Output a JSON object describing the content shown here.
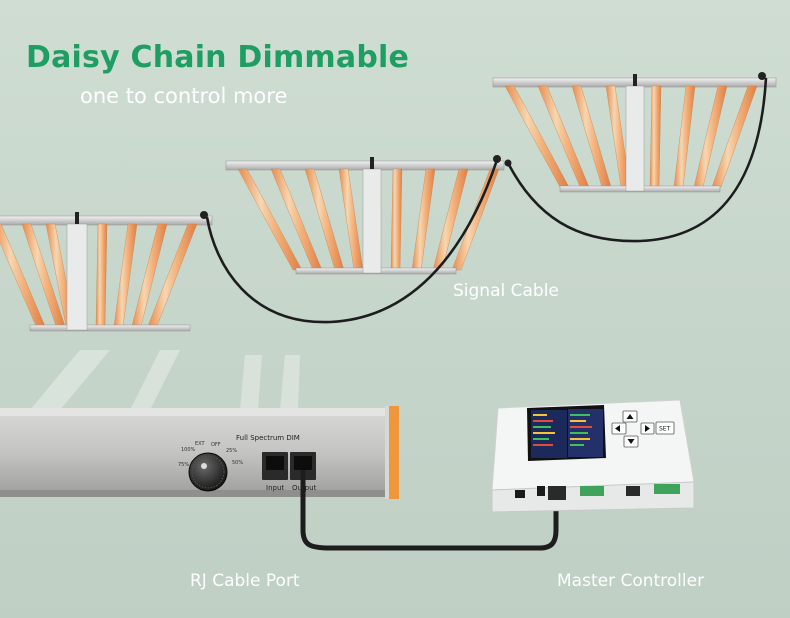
{
  "header": {
    "title": "Daisy Chain Dimmable",
    "subtitle": "one to control more"
  },
  "labels": {
    "signal_cable": "Signal Cable",
    "rj_cable_port": "RJ Cable Port",
    "master_controller": "Master Controller"
  },
  "fixture_panel": {
    "dim_label": "Full Spectrum DIM",
    "knob_marks": [
      "OFF",
      "25%",
      "50%",
      "75%",
      "100%",
      "EXT"
    ],
    "input_label": "Input",
    "output_label": "Output"
  },
  "controller": {
    "set_button": "SET"
  },
  "colors": {
    "title_green": "#1f9e63",
    "label_white": "#ffffff",
    "background": "#c9d8cd",
    "led_orange": "#f2a25c",
    "cable": "#1d1d1d"
  },
  "icons": [
    "arrow-up-icon",
    "arrow-down-icon",
    "arrow-left-icon",
    "arrow-right-icon"
  ]
}
